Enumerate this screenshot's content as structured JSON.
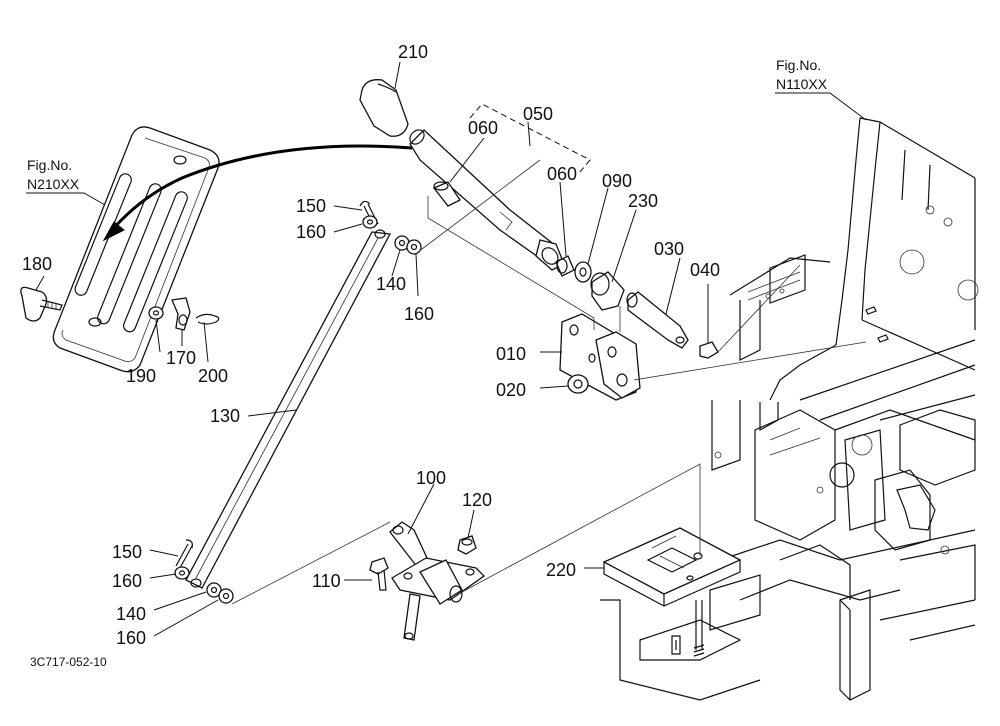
{
  "diagram": {
    "drawing_code": "3C717-052-10",
    "fig_refs": [
      {
        "id": "left",
        "line1": "Fig.No.",
        "line2": "N210XX"
      },
      {
        "id": "right",
        "line1": "Fig.No.",
        "line2": "N110XX"
      }
    ],
    "part_labels": {
      "p210": "210",
      "p050": "050",
      "p060a": "060",
      "p060b": "060",
      "p090": "090",
      "p230": "230",
      "p030": "030",
      "p040": "040",
      "p150a": "150",
      "p160a": "160",
      "p140a": "140",
      "p160b": "160",
      "p180": "180",
      "p190": "190",
      "p170": "170",
      "p200": "200",
      "p010": "010",
      "p020": "020",
      "p130": "130",
      "p100": "100",
      "p120": "120",
      "p110": "110",
      "p220": "220",
      "p150b": "150",
      "p160c": "160",
      "p140b": "140",
      "p160d": "160"
    }
  }
}
